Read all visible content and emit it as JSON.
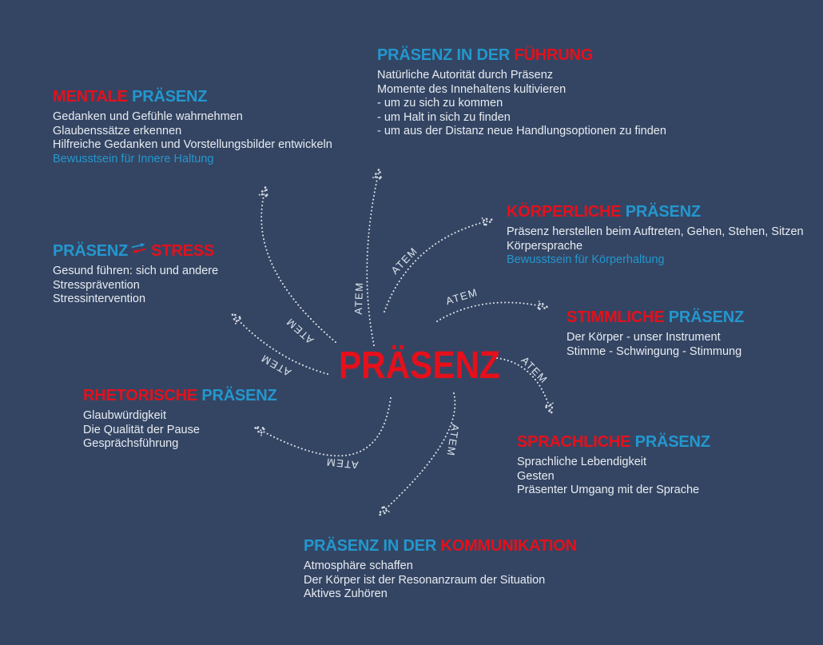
{
  "center": {
    "title": "PRÄSENZ"
  },
  "palette": {
    "background": "#344563",
    "accent_red": "#E5101B",
    "accent_blue": "#2397CE",
    "body_text": "#E8ECF2",
    "arrow_dots": "#E8EBF1"
  },
  "arrows": [
    {
      "to": "mentale-praesenz",
      "label": "ATEM"
    },
    {
      "to": "praesenz-in-der-fuehrung",
      "label": "ATEM"
    },
    {
      "to": "koerperliche-praesenz",
      "label": "ATEM"
    },
    {
      "to": "stimmliche-praesenz",
      "label": "ATEM"
    },
    {
      "to": "sprachliche-praesenz",
      "label": "ATEM"
    },
    {
      "to": "praesenz-in-der-kommunikation",
      "label": "ATEM"
    },
    {
      "to": "rhetorische-praesenz",
      "label": "ATEM"
    },
    {
      "to": "praesenz-stress",
      "label": "ATEM"
    }
  ],
  "sections": [
    {
      "id": "mentale-praesenz",
      "title_parts": [
        "MENTALE ",
        "PRÄSENZ"
      ],
      "lines": [
        "Gedanken und Gefühle wahrnehmen",
        "Glaubenssätze erkennen",
        "Hilfreiche Gedanken und Vorstellungsbilder  entwickeln",
        "Bewusstsein für Innere Haltung"
      ]
    },
    {
      "id": "praesenz-in-der-fuehrung",
      "title_parts": [
        "PRÄSENZ IN DER ",
        "FÜHRUNG"
      ],
      "lines": [
        "Natürliche Autorität durch Präsenz",
        "Momente des Innehaltens kultivieren",
        "- um zu sich zu kommen",
        "- um Halt in sich zu finden",
        "- um aus der Distanz neue Handlungsoptionen zu finden"
      ]
    },
    {
      "id": "koerperliche-praesenz",
      "title_parts": [
        "KÖRPERLICHE ",
        "PRÄSENZ"
      ],
      "lines": [
        "Präsenz herstellen beim Auftreten, Gehen, Stehen, Sitzen",
        "Körpersprache",
        "Bewusstsein für Körperhaltung"
      ]
    },
    {
      "id": "stimmliche-praesenz",
      "title_parts": [
        "STIMMLICHE ",
        "PRÄSENZ"
      ],
      "lines": [
        "Der Körper - unser Instrument",
        "Stimme - Schwingung - Stimmung"
      ]
    },
    {
      "id": "sprachliche-praesenz",
      "title_parts": [
        "SPRACHLICHE ",
        "PRÄSENZ"
      ],
      "lines": [
        "Sprachliche Lebendigkeit",
        "Gesten",
        "Präsenter Umgang mit der Sprache"
      ]
    },
    {
      "id": "praesenz-in-der-kommunikation",
      "title_parts": [
        "PRÄSENZ IN DER ",
        "KOMMUNIKATION"
      ],
      "lines": [
        "Atmosphäre schaffen",
        "Der Körper ist der Resonanzraum der Situation",
        "Aktives Zuhören"
      ]
    },
    {
      "id": "rhetorische-praesenz",
      "title_parts": [
        "RHETORISCHE ",
        "PRÄSENZ"
      ],
      "lines": [
        "Glaubwürdigkeit",
        "Die Qualität der Pause",
        "Gesprächsführung"
      ]
    },
    {
      "id": "praesenz-stress",
      "title_parts": [
        "PRÄSENZ",
        "STRESS"
      ],
      "lines": [
        "Gesund führen: sich und andere",
        "Stressprävention",
        "Stressintervention"
      ]
    }
  ]
}
